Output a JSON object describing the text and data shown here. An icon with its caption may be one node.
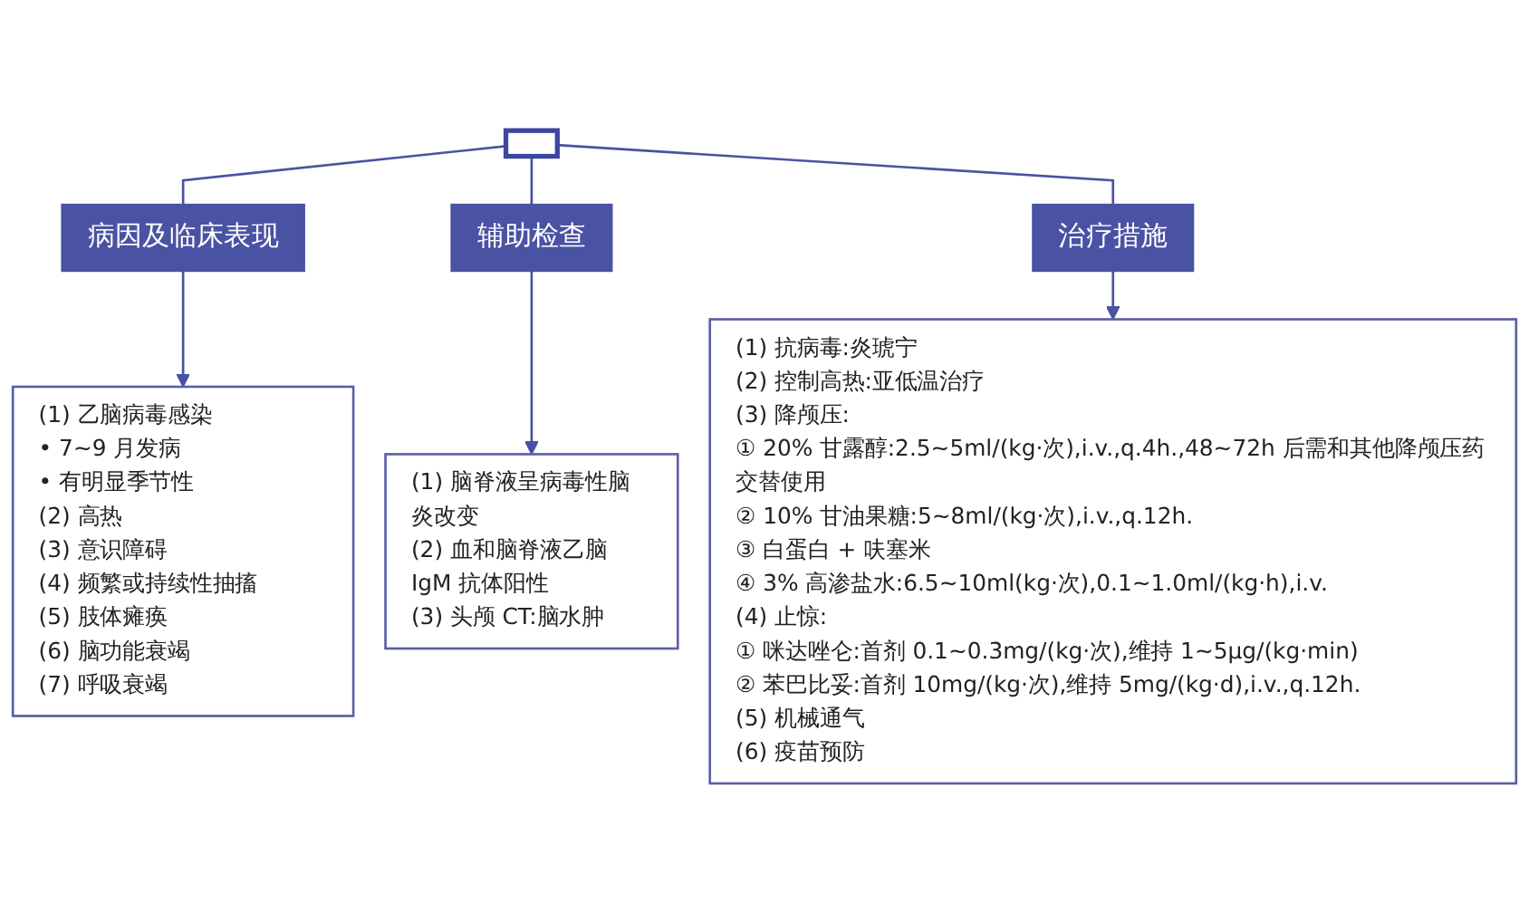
{
  "diagram": {
    "nodes": [
      {
        "text": [],
        "shape": "box"
      },
      {
        "text": [
          "病因及临床表现"
        ]
      },
      {
        "text": [
          "辅助检查"
        ]
      },
      {
        "text": [
          "治疗措施"
        ]
      },
      {
        "text": [
          "(1) 乙脑病毒感染",
          "• 7~9 月发病",
          "• 有明显季节性",
          "(2) 高热",
          "(3) 意识障碍",
          "(4) 频繁或持续性抽搐",
          "(5) 肢体瘫痪",
          "(6) 脑功能衰竭",
          "(7) 呼吸衰竭"
        ]
      },
      {
        "text": [
          "(1) 脑脊液呈病毒性脑炎改变",
          "(2) 血和脑脊液乙脑 IgM 抗体阳性",
          "(3) 头颅 CT:脑水肿"
        ]
      },
      {
        "text": [
          "(1) 抗病毒:炎琥宁",
          "(2) 控制高热:亚低温治疗",
          "(3) 降颅压:",
          "① 20% 甘露醇:2.5~5ml/(kg·次),i.v.,q.4h.,48~72h 后需和其他降颅压药交替使用",
          "② 10% 甘油果糖:5~8ml/(kg·次),i.v.,q.12h.",
          "③ 白蛋白 + 呋塞米",
          "④ 3% 高渗盐水:6.5~10ml(kg·次),0.1~1.0ml/(kg·h),i.v.",
          "(4) 止惊:",
          "① 咪达唑仑:首剂 0.1~0.3mg/(kg·次),维持 1~5μg/(kg·min)",
          "② 苯巴比妥:首剂 10mg/(kg·次),维持 5mg/(kg·d),i.v.,q.12h.",
          "(5) 机械通气",
          "(6) 疫苗预防"
        ]
      }
    ],
    "edges": [
      {
        "from": 0,
        "to": 1,
        "arrow": "none"
      },
      {
        "from": 0,
        "to": 2,
        "arrow": "none"
      },
      {
        "from": 0,
        "to": 3,
        "arrow": "none"
      },
      {
        "from": 1,
        "to": 4,
        "arrow": "to"
      },
      {
        "from": 2,
        "to": 5,
        "arrow": "to"
      },
      {
        "from": 3,
        "to": 6,
        "arrow": "to"
      }
    ]
  }
}
